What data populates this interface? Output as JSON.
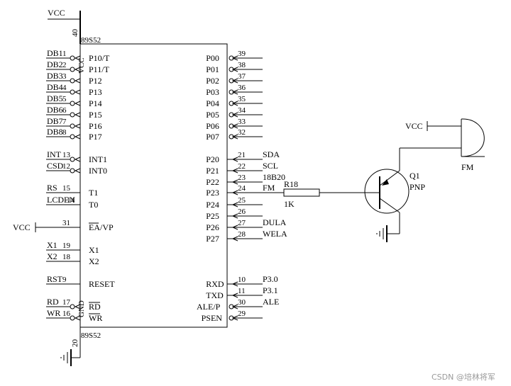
{
  "power": {
    "top_vcc": "VCC",
    "pin40": "40",
    "pin20": "20",
    "ea_vcc": "VCC",
    "fm_vcc": "VCC"
  },
  "chip": {
    "part_top": "89S52",
    "part_bottom": "89S52",
    "vcc_label": "VCC",
    "gnd_label": "GND"
  },
  "left_pins": [
    {
      "net": "DB1",
      "num": "1",
      "name": "P10/T"
    },
    {
      "net": "DB2",
      "num": "2",
      "name": "P11/T"
    },
    {
      "net": "DB3",
      "num": "3",
      "name": "P12"
    },
    {
      "net": "DB4",
      "num": "4",
      "name": "P13"
    },
    {
      "net": "DB5",
      "num": "5",
      "name": "P14"
    },
    {
      "net": "DB6",
      "num": "6",
      "name": "P15"
    },
    {
      "net": "DB7",
      "num": "7",
      "name": "P16"
    },
    {
      "net": "DB8",
      "num": "8",
      "name": "P17"
    },
    {
      "net": "INT",
      "num": "13",
      "name": "INT1"
    },
    {
      "net": "CSD",
      "num": "12",
      "name": "INT0"
    },
    {
      "net": "RS",
      "num": "15",
      "name": "T1"
    },
    {
      "net": "LCDEN",
      "num": "14",
      "name": "T0"
    },
    {
      "net": "",
      "num": "31",
      "name": "EA/VP"
    },
    {
      "net": "X1",
      "num": "19",
      "name": "X1"
    },
    {
      "net": "X2",
      "num": "18",
      "name": "X2"
    },
    {
      "net": "RST",
      "num": "9",
      "name": "RESET"
    },
    {
      "net": "RD",
      "num": "17",
      "name": "RD"
    },
    {
      "net": "WR",
      "num": "16",
      "name": "WR"
    }
  ],
  "right_pins": [
    {
      "name": "P00",
      "num": "39",
      "net": ""
    },
    {
      "name": "P01",
      "num": "38",
      "net": ""
    },
    {
      "name": "P02",
      "num": "37",
      "net": ""
    },
    {
      "name": "P03",
      "num": "36",
      "net": ""
    },
    {
      "name": "P04",
      "num": "35",
      "net": ""
    },
    {
      "name": "P05",
      "num": "34",
      "net": ""
    },
    {
      "name": "P06",
      "num": "33",
      "net": ""
    },
    {
      "name": "P07",
      "num": "32",
      "net": ""
    },
    {
      "name": "P20",
      "num": "21",
      "net": "SDA"
    },
    {
      "name": "P21",
      "num": "22",
      "net": "SCL"
    },
    {
      "name": "P22",
      "num": "23",
      "net": "18B20"
    },
    {
      "name": "P23",
      "num": "24",
      "net": "FM"
    },
    {
      "name": "P24",
      "num": "25",
      "net": ""
    },
    {
      "name": "P25",
      "num": "26",
      "net": ""
    },
    {
      "name": "P26",
      "num": "27",
      "net": "DULA"
    },
    {
      "name": "P27",
      "num": "28",
      "net": "WELA"
    },
    {
      "name": "RXD",
      "num": "10",
      "net": "P3.0"
    },
    {
      "name": "TXD",
      "num": "11",
      "net": "P3.1"
    },
    {
      "name": "ALE/P",
      "num": "30",
      "net": "ALE"
    },
    {
      "name": "PSEN",
      "num": "29",
      "net": ""
    }
  ],
  "resistor": {
    "ref": "R18",
    "value": "1K"
  },
  "transistor": {
    "ref": "Q1",
    "type": "PNP"
  },
  "buzzer": {
    "label": "FM"
  },
  "watermark": "CSDN @培林将军"
}
